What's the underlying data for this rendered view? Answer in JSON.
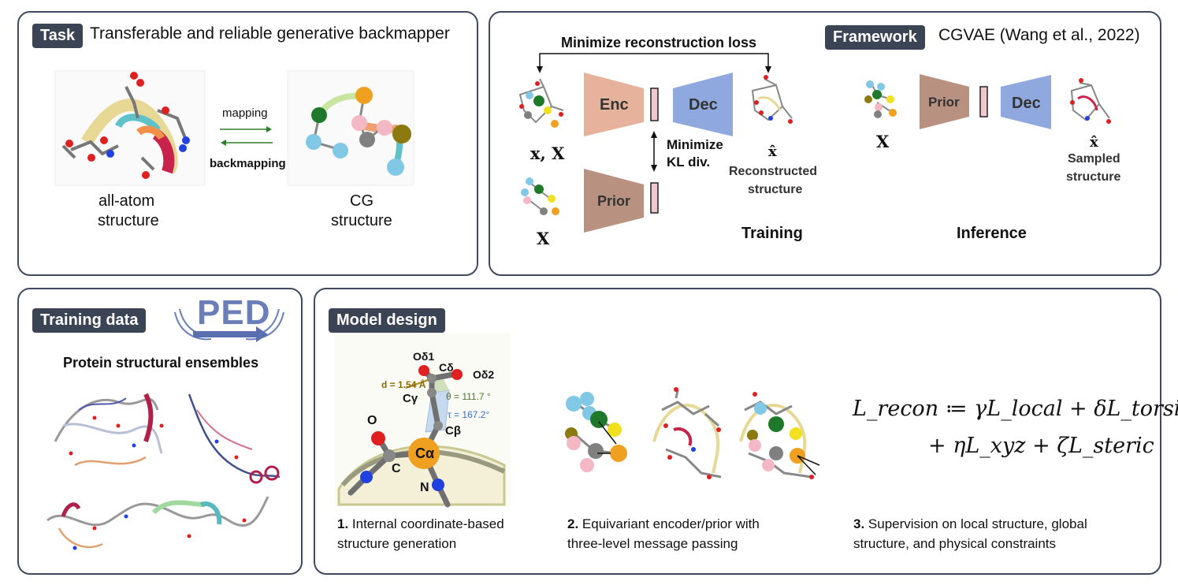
{
  "task": {
    "tag": "Task",
    "title": "Transferable and reliable generative backmapper",
    "mapping_label": "mapping",
    "backmapping_label": "backmapping",
    "allatom_line1": "all-atom",
    "allatom_line2": "structure",
    "cg_line1": "CG",
    "cg_line2": "structure"
  },
  "framework": {
    "tag": "Framework",
    "subtitle": "CGVAE (Wang et al., 2022)",
    "minimize_recon": "Minimize reconstruction loss",
    "enc": "Enc",
    "dec": "Dec",
    "prior": "Prior",
    "x_label": "x, X",
    "X_label": "X",
    "x_hat": "x̂",
    "minimize_kl_1": "Minimize",
    "minimize_kl_2": "KL div.",
    "reconstructed_1": "Reconstructed",
    "reconstructed_2": "structure",
    "training": "Training",
    "inf_prior": "Prior",
    "inf_dec": "Dec",
    "inf_X": "X",
    "inf_x_hat": "x̂",
    "sampled_1": "Sampled",
    "sampled_2": "structure",
    "inference": "Inference"
  },
  "training_data": {
    "tag": "Training data",
    "logo": "PED",
    "subtitle": "Protein structural ensembles"
  },
  "model_design": {
    "tag": "Model design",
    "labels": {
      "od1": "Oδ1",
      "cd": "Cδ",
      "od2": "Oδ2",
      "d": "d = 1.54 Å",
      "theta": "θ = 111.7 °",
      "cg": "Cγ",
      "tau": "τ = 167.2°",
      "cb": "Cβ",
      "o": "O",
      "c": "C",
      "ca": "Cα",
      "n": "N"
    },
    "cap1_num": "1.",
    "cap1_l1": " Internal coordinate-based",
    "cap1_l2": "structure generation",
    "cap2_num": "2.",
    "cap2_l1": " Equivariant encoder/prior with",
    "cap2_l2": "three-level message passing",
    "cap3_num": "3.",
    "cap3_l1": " Supervision on local structure, global",
    "cap3_l2": "structure, and physical constraints",
    "eq_line1": "L_recon ≔ γL_local + δL_torsion",
    "eq_line2": "+ ηL_xyz + ζL_steric"
  }
}
